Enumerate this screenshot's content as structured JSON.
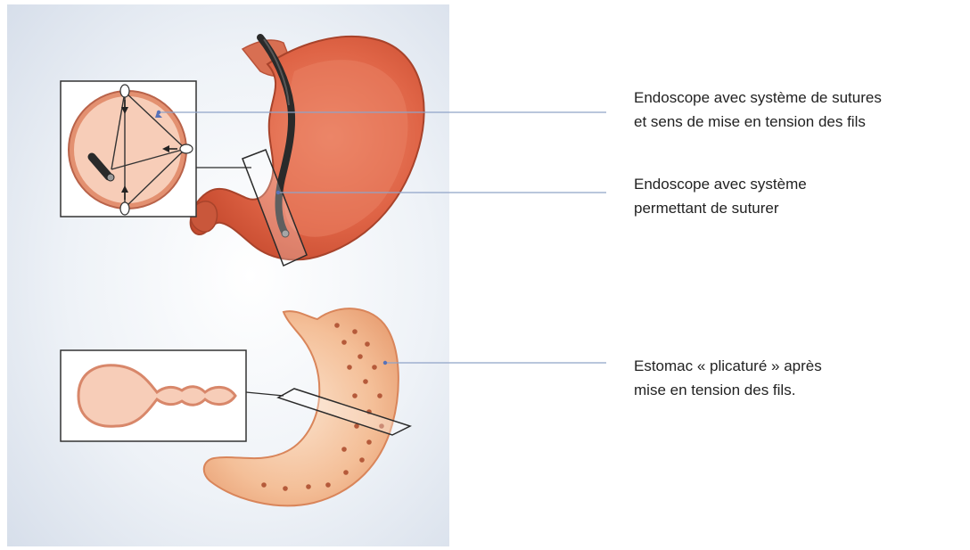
{
  "colors": {
    "panel_background": "#dfe6f0",
    "stomach_upper": "#d9593a",
    "stomach_upper_inner": "#e8836a",
    "stomach_lower": "#f2b38a",
    "section_fill": "#f7cdb8",
    "endoscope": "#2a2a2a",
    "callout_line": "#8fa3c8"
  },
  "labels": {
    "endoscope_sutures": {
      "line1": "Endoscope avec système de sutures",
      "line2": "et sens de mise en tension des fils"
    },
    "endoscope_system": {
      "line1": "Endoscope avec système",
      "line2": "permettant de suturer"
    },
    "plicated_stomach": {
      "line1": "Estomac « plicaturé » après",
      "line2": "mise en tension des fils."
    }
  }
}
